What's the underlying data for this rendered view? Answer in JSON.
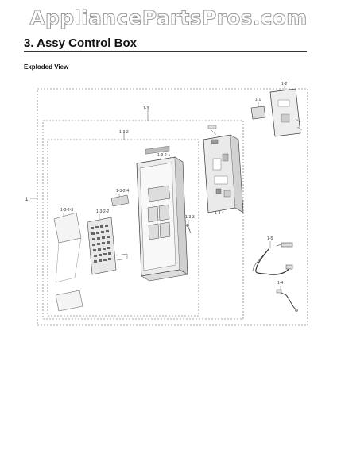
{
  "watermark": "AppliancePartsPros.com",
  "section_title": "3.  Assy Control Box",
  "subtitle": "Exploded View",
  "labels": {
    "assy": "1",
    "l1_1": "1-1",
    "l1_2": "1-2",
    "l1_3": "1-3",
    "l1_3_2": "1-3-2",
    "l1_3_2_1": "1-3-2-1",
    "l1_3_2_4": "1-3-2-4",
    "l1_3_2_3": "1-3-2-3",
    "l1_3_2_2": "1-3-2-2",
    "l1_3_3": "1-3-3",
    "l1_3_4": "1-3-4",
    "l1_5": "1-5",
    "l1_4": "1-4"
  }
}
